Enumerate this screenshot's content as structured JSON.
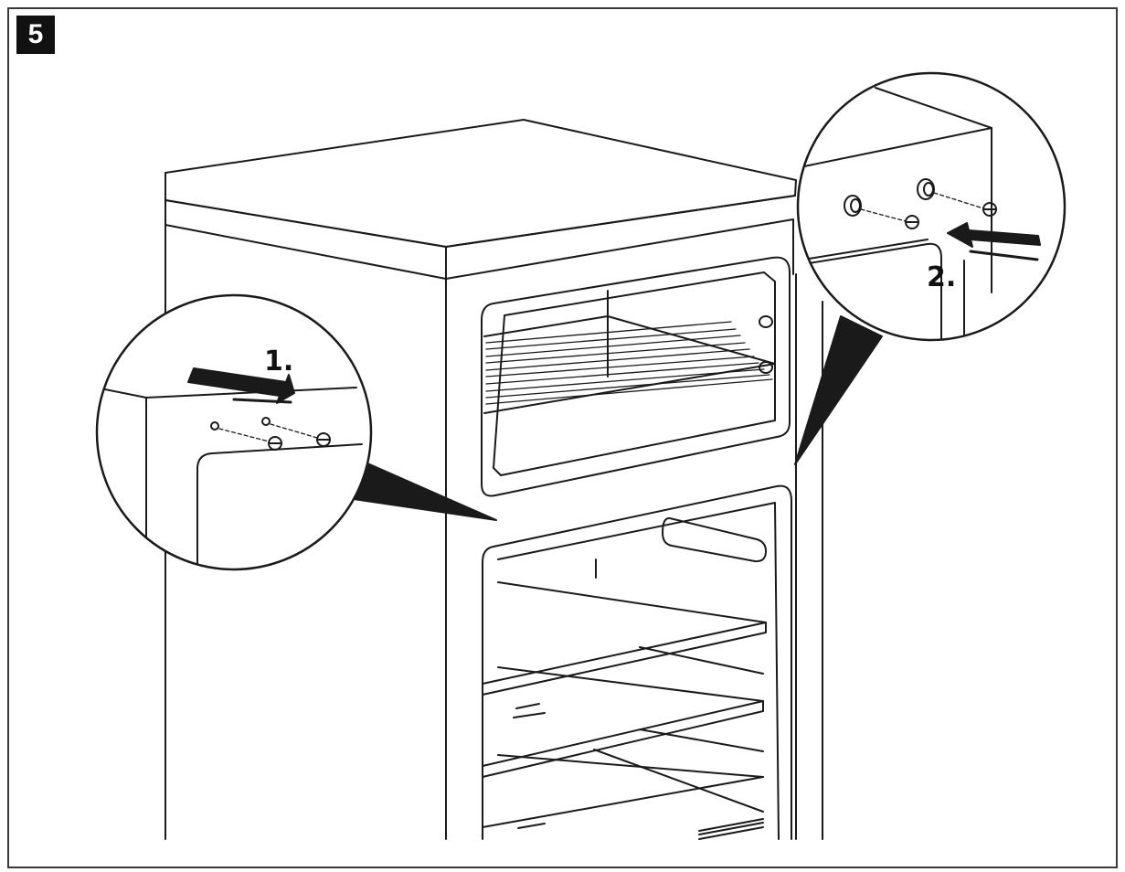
{
  "figure": {
    "step_number": "5",
    "callouts": [
      {
        "label": "1."
      },
      {
        "label": "2."
      }
    ]
  },
  "colors": {
    "line": "#1a1a1a",
    "fill": "#ffffff",
    "badge": "#111111"
  }
}
